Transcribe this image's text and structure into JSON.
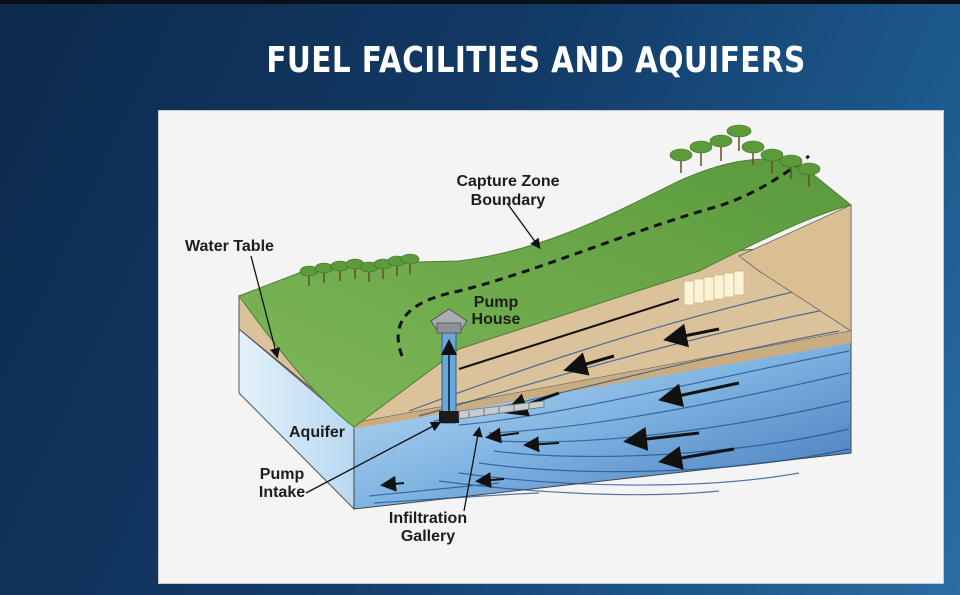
{
  "slide": {
    "title": "FUEL FACILITIES AND AQUIFERS"
  },
  "diagram": {
    "labels": {
      "capture_zone_line1": "Capture Zone",
      "capture_zone_line2": "Boundary",
      "water_table": "Water Table",
      "pump_house_line1": "Pump",
      "pump_house_line2": "House",
      "aquifer": "Aquifer",
      "pump_intake_line1": "Pump",
      "pump_intake_line2": "Intake",
      "infiltration_line1": "Infiltration",
      "infiltration_line2": "Gallery"
    },
    "colors": {
      "grass": "#6aa548",
      "soil": "#dcc29a",
      "water": "#9cc8ea",
      "water_dark": "#2e5f9c"
    }
  }
}
